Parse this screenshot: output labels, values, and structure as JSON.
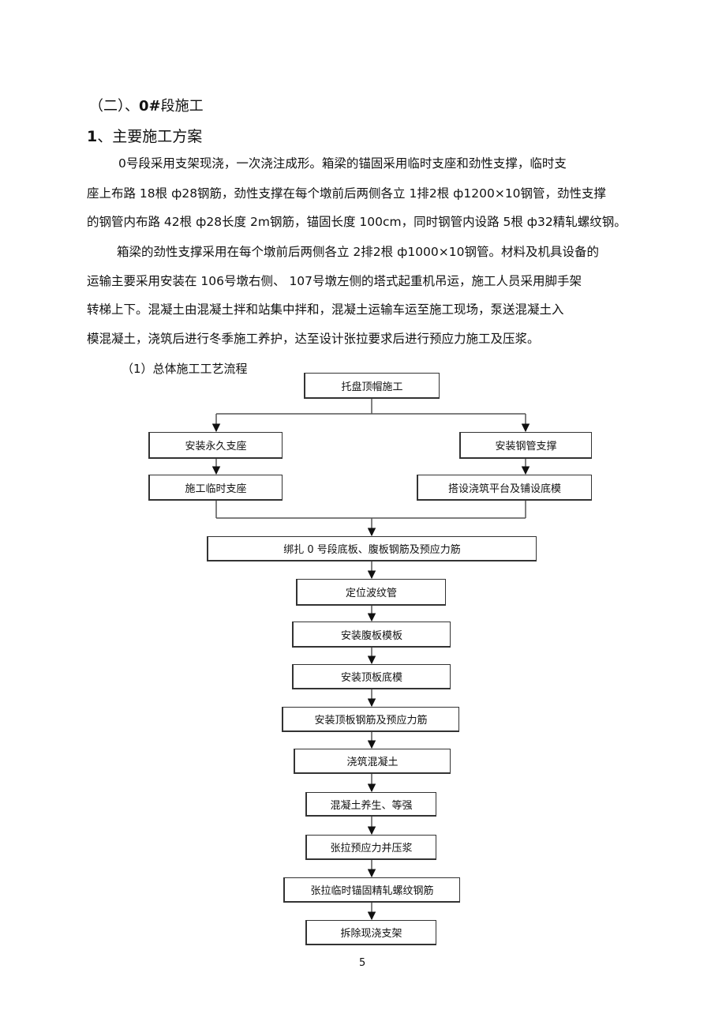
{
  "headings": {
    "section_a": "（二）、",
    "section_b": "0#",
    "section_c": "段施工",
    "sub_a": "1",
    "sub_b": "、主要施工方案"
  },
  "paragraphs": [
    "0号段采用支架现浇，一次浇注成形。箱梁的锚固采用临时支座和劲性支撑，临时支",
    "座上布路 18根 ф28钢筋，劲性支撑在每个墩前后两侧各立   1排2根 ф1200×10钢管，劲性支撑",
    "的钢管内布路  42根 ф28长度 2m钢筋，锚固长度 100cm，同时钢管内设路  5根 ф32精轧螺纹钢。",
    "箱梁的劲性支撑采用在每个墩前后两侧各立    2排2根 ф1000×10钢管。材料及机具设备的",
    "运输主要采用安装在  106号墩右侧、 107号墩左侧的塔式起重机吊运，施工人员采用脚手架",
    "转梯上下。混凝土由混凝土拌和站集中拌和，混凝土运输车运至施工现场，泵送混凝土入",
    "模混凝土，浇筑后进行冬季施工养护，达至设计张拉要求后进行预应力施工及压浆。"
  ],
  "flowchart": {
    "label": "（1）总体施工工艺流程",
    "steps": {
      "top": "托盘顶帽施工",
      "left1": "安装永久支座",
      "right1": "安装钢管支撑",
      "left2": "施工临时支座",
      "right2": "搭设浇筑平台及铺设底模",
      "bind": "绑扎  0 号段底板、腹板钢筋及预应力筋",
      "s1": "定位波纹管",
      "s2": "安装腹板模板",
      "s3": "安装顶板底模",
      "s4": "安装顶板钢筋及预应力筋",
      "s5": "浇筑混凝土",
      "s6": "混凝土养生、等强",
      "s7": "张拉预应力并压浆",
      "s8": "张拉临时锚固精轧螺纹钢筋",
      "s9": "拆除现浇支架"
    }
  },
  "page_number": "5"
}
